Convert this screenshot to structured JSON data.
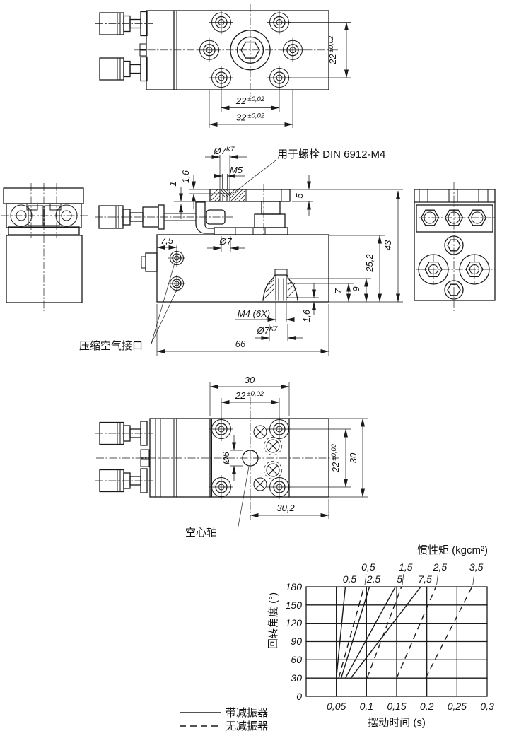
{
  "page": {
    "background": "#ffffff",
    "line_color": "#1a1a1a"
  },
  "drawing": {
    "top_view": {
      "dim_side": {
        "v": "22",
        "tol": "±0,02"
      },
      "dim_screws": {
        "v": "22",
        "tol": "±0,02"
      },
      "dim_outer": {
        "v": "32",
        "tol": "±0,02"
      }
    },
    "side_view": {
      "bore_top": {
        "v": "Ø7",
        "fit": "K7"
      },
      "thread_top": "M5",
      "screw_note": "用于螺栓 DIN 6912-M4",
      "dim_plate_offset": "1",
      "dim_cbore_depth": "1,6",
      "dim_plate_thk": "5",
      "dim_port_offset": "7,5",
      "bore_mid": "Ø7",
      "dim_height": "43",
      "dim_body_height": "25,2",
      "dim_hole_depth": "9",
      "dim_thread_depth": "7",
      "thread_bottom": "M4 (6X)",
      "dim_cbore_depth_bottom": "1,6",
      "bore_bottom": {
        "v": "Ø7",
        "fit": "K7"
      },
      "dim_length": "66",
      "air_port_label": "压缩空气接口"
    },
    "bottom_view": {
      "dim_flange": "30",
      "dim_holes_top": {
        "v": "22",
        "tol": "±0,02"
      },
      "bore_shaft": "Ø6",
      "dim_holes_side": {
        "v": "22",
        "tol": "±0,02"
      },
      "dim_depth": "30",
      "dim_shaft_to_edge": "30,2",
      "hollow_shaft_label": "空心轴"
    }
  },
  "chart_data": {
    "type": "line",
    "title": "惯性矩 (kgcm²)",
    "xlabel": "摆动时间 (s)",
    "ylabel": "回转角度 (°)",
    "xlim": [
      0,
      0.3
    ],
    "ylim": [
      0,
      180
    ],
    "grid": true,
    "x_ticks": [
      "0,05",
      "0,1",
      "0,15",
      "0,2",
      "0,25",
      "0,3"
    ],
    "y_ticks": [
      "180",
      "150",
      "120",
      "90",
      "60",
      "30",
      "0"
    ],
    "legend": [
      {
        "label": "带减振器",
        "style": "solid"
      },
      {
        "label": "无减振器",
        "style": "dashed"
      }
    ],
    "series": [
      {
        "name": "0,5",
        "style": "solid",
        "points": [
          [
            0.05,
            30
          ],
          [
            0.065,
            180
          ]
        ]
      },
      {
        "name": "2,5",
        "style": "solid",
        "points": [
          [
            0.058,
            30
          ],
          [
            0.105,
            180
          ]
        ]
      },
      {
        "name": "5",
        "style": "solid",
        "points": [
          [
            0.065,
            30
          ],
          [
            0.148,
            180
          ]
        ]
      },
      {
        "name": "7,5",
        "style": "solid",
        "points": [
          [
            0.074,
            30
          ],
          [
            0.19,
            180
          ]
        ]
      },
      {
        "name": "0,5",
        "style": "dashed",
        "points": [
          [
            0.054,
            30
          ],
          [
            0.096,
            180
          ]
        ]
      },
      {
        "name": "1,5",
        "style": "dashed",
        "points": [
          [
            0.101,
            30
          ],
          [
            0.158,
            180
          ]
        ]
      },
      {
        "name": "2,5",
        "style": "dashed",
        "points": [
          [
            0.15,
            30
          ],
          [
            0.215,
            180
          ]
        ]
      },
      {
        "name": "3,5",
        "style": "dashed",
        "points": [
          [
            0.198,
            30
          ],
          [
            0.275,
            180
          ]
        ]
      }
    ]
  }
}
